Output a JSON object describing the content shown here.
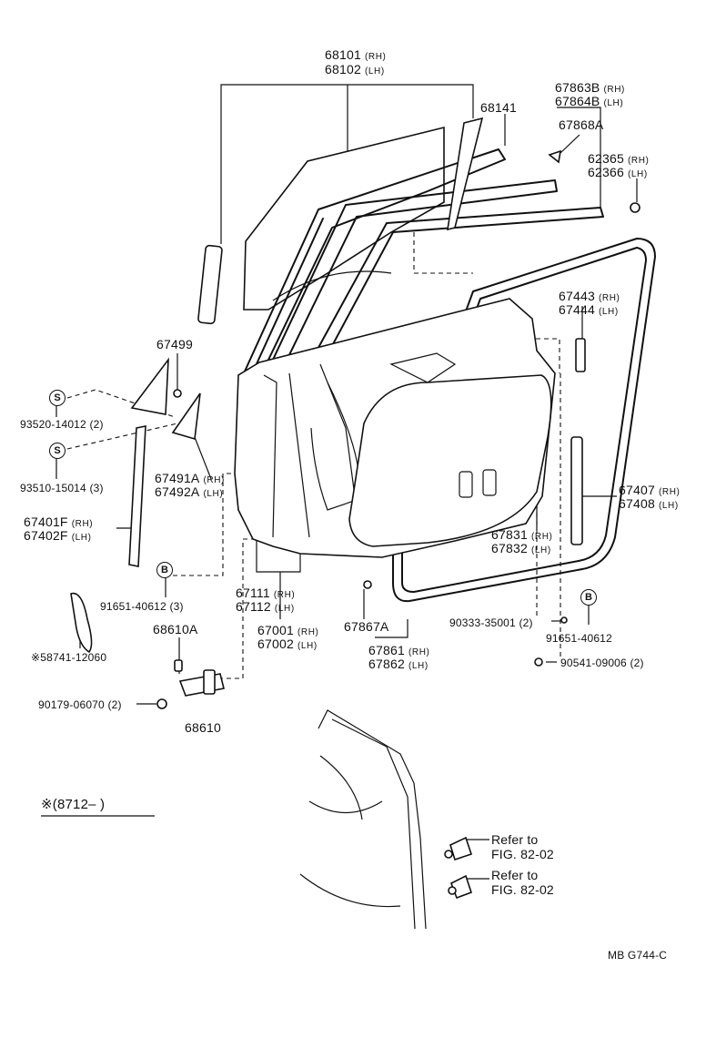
{
  "labels": {
    "p68101": "68101",
    "p68102": "68102",
    "p68141": "68141",
    "p67863B": "67863B",
    "p67864B": "67864B",
    "p67868A": "67868A",
    "p62365": "62365",
    "p62366": "62366",
    "p67499": "67499",
    "p93520": "93520-14012 (2)",
    "p93510": "93510-15014 (3)",
    "p67491A": "67491A",
    "p67492A": "67492A",
    "p67443": "67443",
    "p67444": "67444",
    "p67407": "67407",
    "p67408": "67408",
    "p67401F": "67401F",
    "p67402F": "67402F",
    "p91651a": "91651-40612 (3)",
    "p67111": "67111",
    "p67112": "67112",
    "p67001": "67001",
    "p67002": "67002",
    "p67831": "67831",
    "p67832": "67832",
    "p90333": "90333-35001 (2)",
    "p91651b": "91651-40612",
    "p90541": "90541-09006 (2)",
    "p58741": "※58741-12060",
    "p68610A": "68610A",
    "p67867A": "67867A",
    "p67861": "67861",
    "p67862": "67862",
    "p90179": "90179-06070 (2)",
    "p68610": "68610",
    "serial_note": "※(8712–       )",
    "refer1a": "Refer to",
    "refer1b": "FIG. 82-02",
    "refer2a": "Refer to",
    "refer2b": "FIG. 82-02",
    "code": "MB  G744-C"
  },
  "side_tags": {
    "rh": "(RH)",
    "lh": "(LH)"
  },
  "circle_markers": {
    "s": "S",
    "b": "B"
  }
}
